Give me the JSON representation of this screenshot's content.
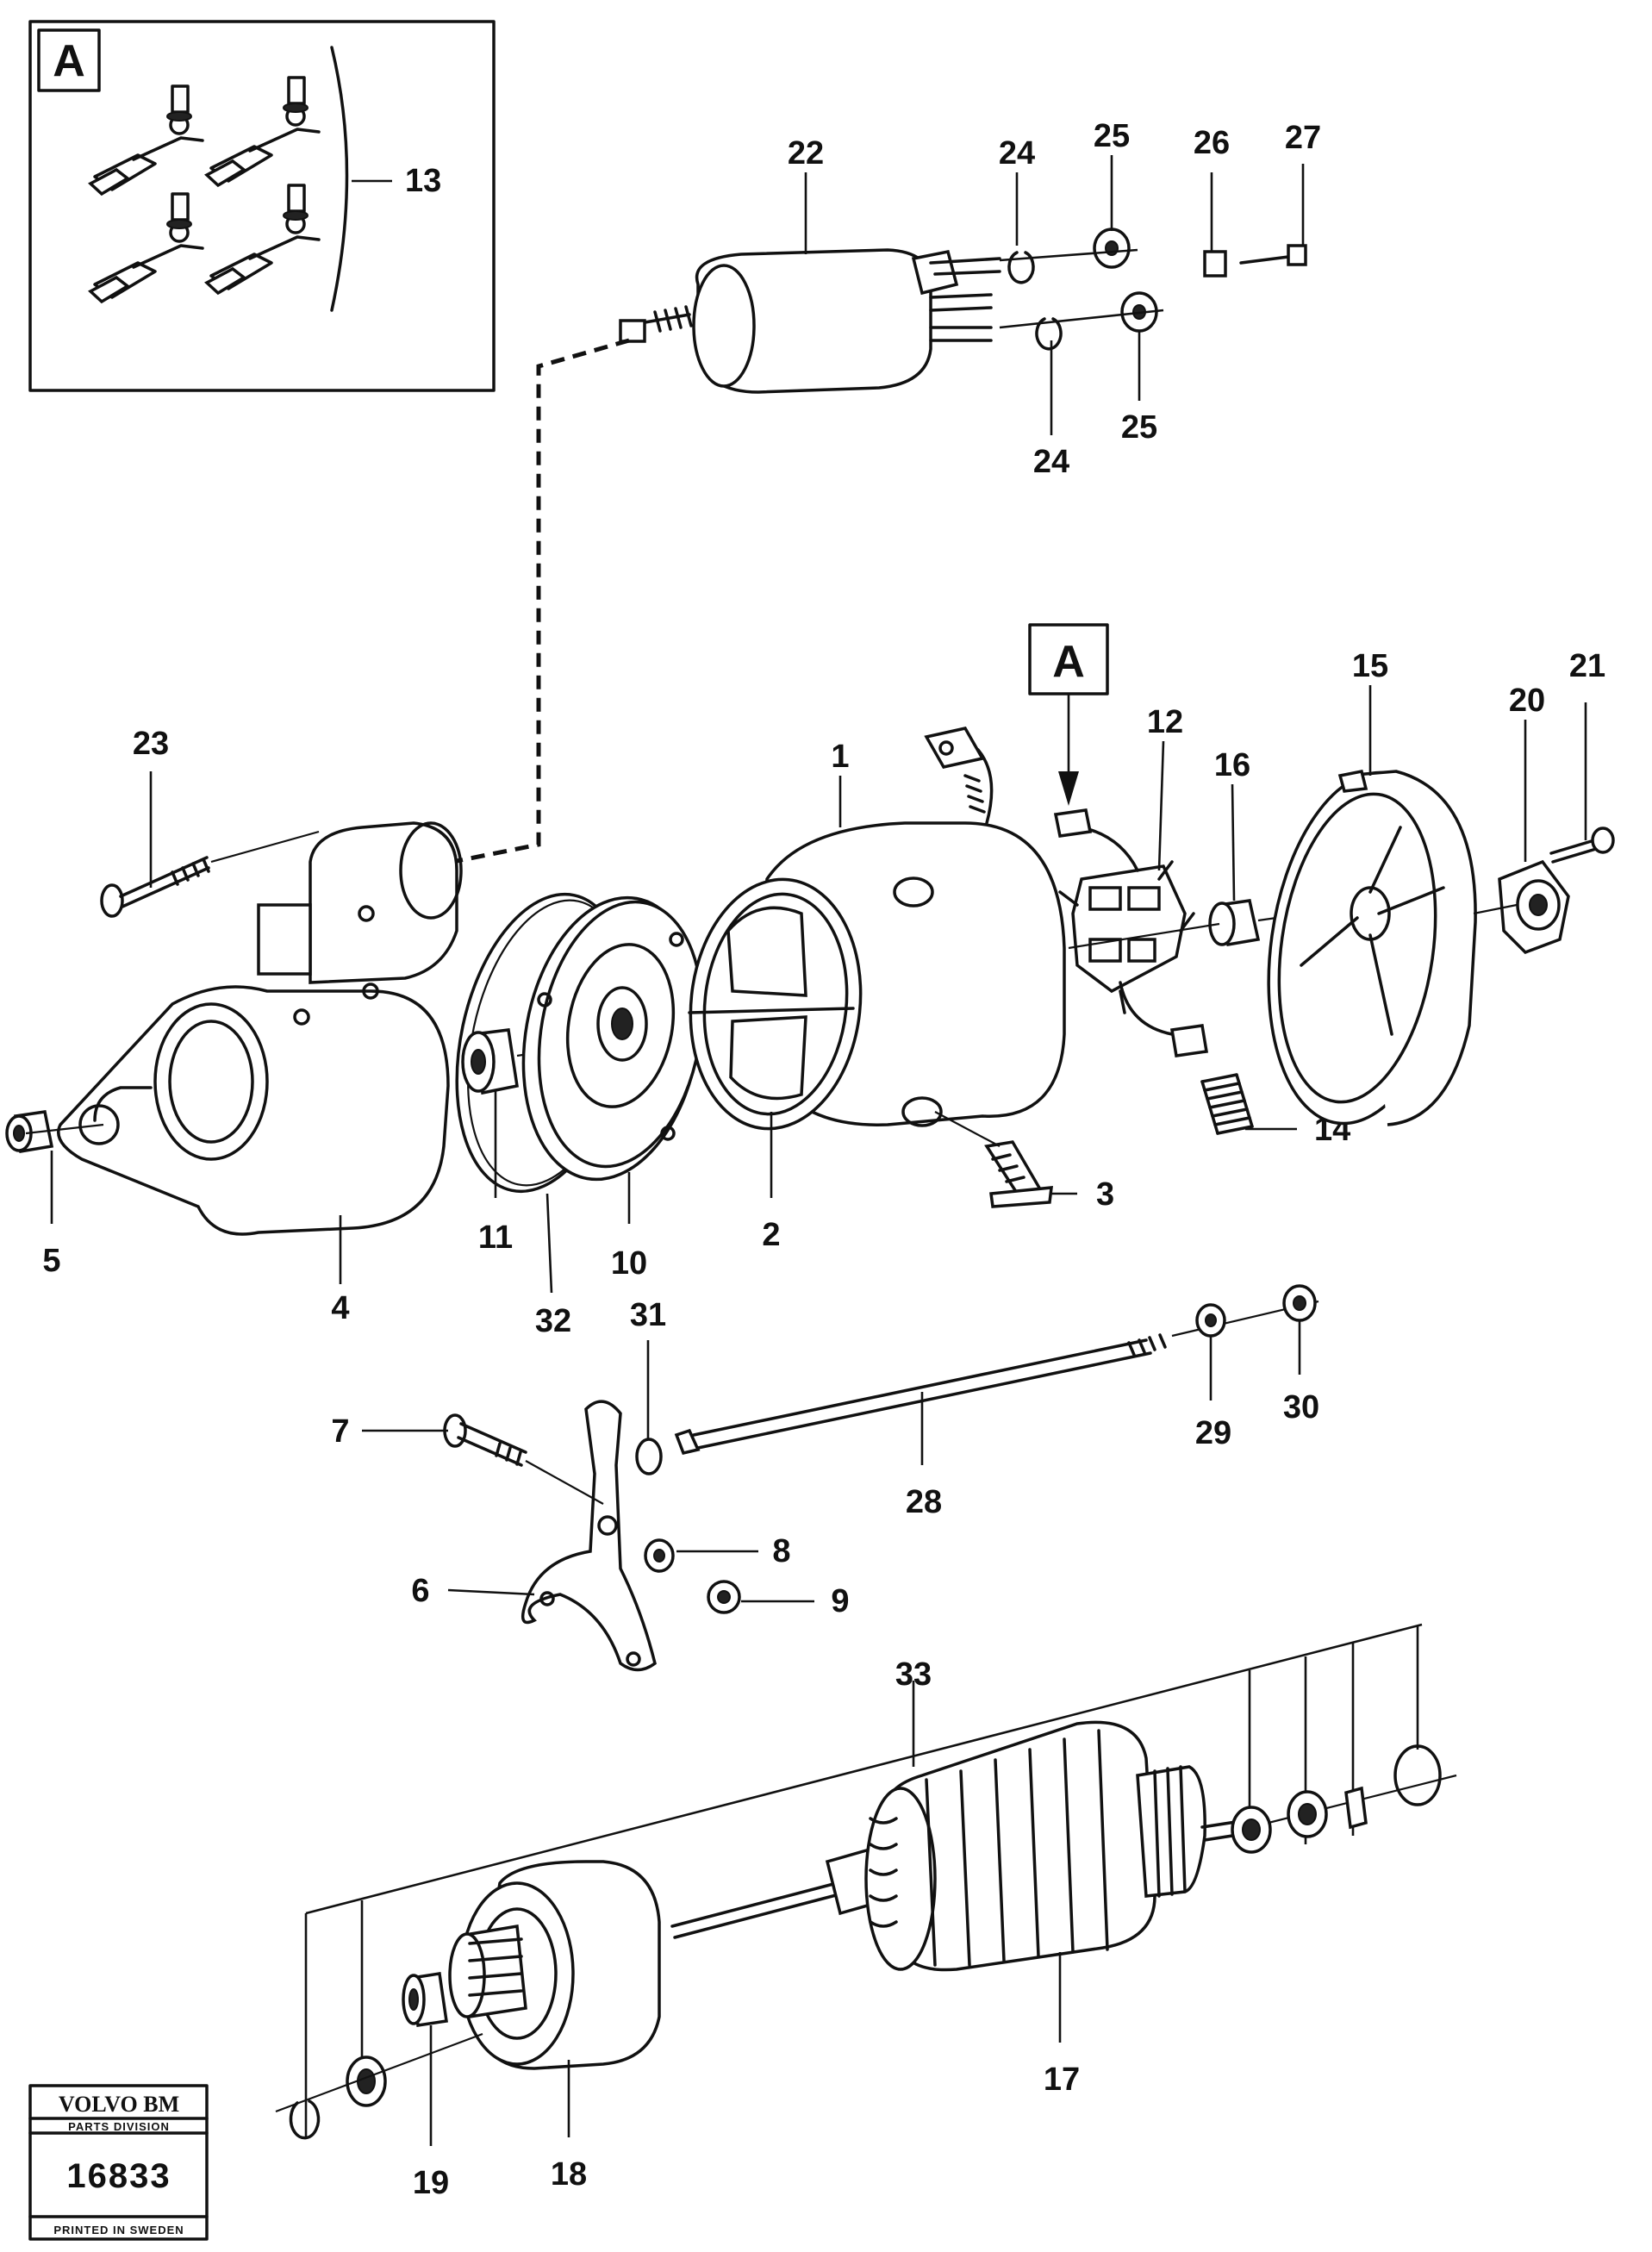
{
  "detail": {
    "label": "A"
  },
  "callout": {
    "label": "A"
  },
  "labels": {
    "p1": "1",
    "p2": "2",
    "p3": "3",
    "p4": "4",
    "p5": "5",
    "p6": "6",
    "p7": "7",
    "p8": "8",
    "p9": "9",
    "p10": "10",
    "p11": "11",
    "p12": "12",
    "p13": "13",
    "p14": "14",
    "p15": "15",
    "p16": "16",
    "p17": "17",
    "p18": "18",
    "p19": "19",
    "p20": "20",
    "p21": "21",
    "p22": "22",
    "p23": "23",
    "p24a": "24",
    "p24b": "24",
    "p25a": "25",
    "p25b": "25",
    "p26": "26",
    "p27": "27",
    "p28": "28",
    "p29": "29",
    "p30": "30",
    "p31": "31",
    "p32": "32",
    "p33": "33"
  },
  "stamp": {
    "brand": "VOLVO BM",
    "division": "PARTS DIVISION",
    "number": "16833",
    "footer": "PRINTED IN SWEDEN"
  }
}
